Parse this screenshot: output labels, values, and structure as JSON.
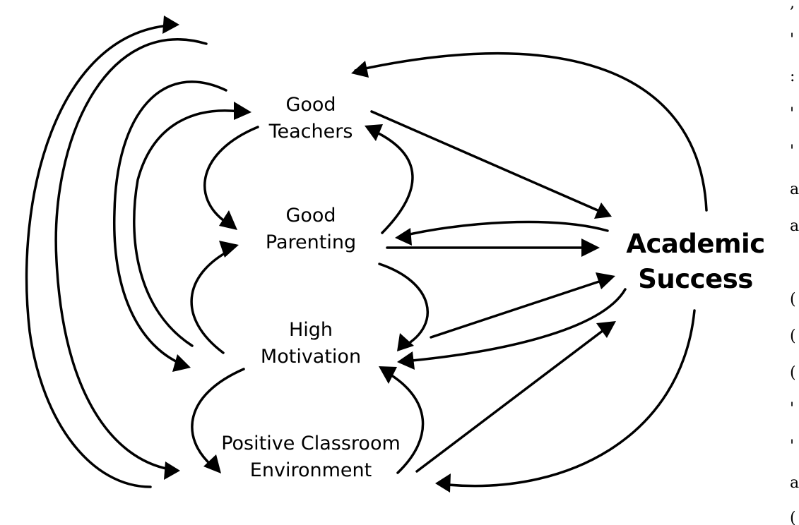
{
  "nodes": {
    "good_teachers": {
      "line1": "Good",
      "line2": "Teachers"
    },
    "good_parenting": {
      "line1": "Good",
      "line2": "Parenting"
    },
    "high_motivation": {
      "line1": "High",
      "line2": "Motivation"
    },
    "positive_classroom": {
      "line1": "Positive Classroom",
      "line2": "Environment"
    },
    "academic_success": {
      "line1": "Academic",
      "line2": "Success"
    }
  },
  "margin_fragments": [
    ",",
    "'",
    ":",
    "'",
    "'",
    "a",
    "a",
    "(",
    "(",
    "(",
    "'",
    "'",
    "a",
    "("
  ],
  "colors": {
    "stroke": "#000000",
    "background": "#ffffff"
  }
}
